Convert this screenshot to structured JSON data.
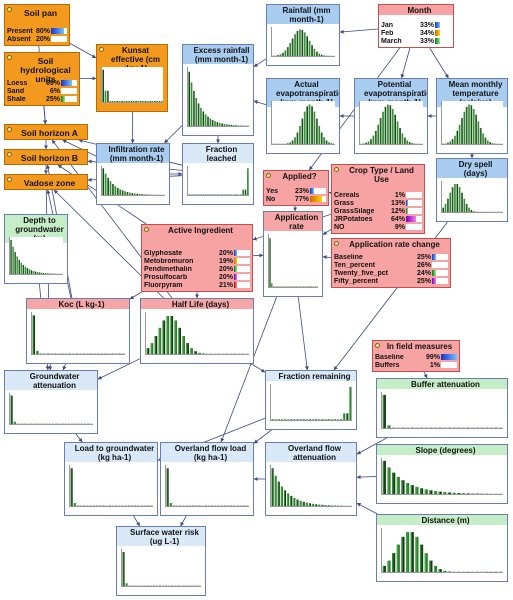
{
  "colors": {
    "edge": "#3a4a86",
    "bar_fill": "#2f7d2f",
    "bar_dark": "#163816",
    "bar_light": "#4fc94f",
    "orange_node": "#f39a1e",
    "pink_node": "#f7a3a3",
    "blue_title": "#a8cdf0",
    "green_title": "#c6eec6",
    "pink_title": "#f6a6a6"
  },
  "nodes": [
    {
      "id": "soil-pan",
      "title": "Soil pan",
      "style": "orange",
      "states": [
        {
          "label": "Present",
          "pct": "80%",
          "value": 80,
          "color": "gradient-blue"
        },
        {
          "label": "Absent",
          "pct": "20%",
          "value": 20,
          "color": "none"
        }
      ]
    },
    {
      "id": "soil-hydrological-units",
      "title": "Soil hydrological units",
      "style": "orange",
      "states": [
        {
          "label": "Loess",
          "pct": "69%",
          "value": 69,
          "color": "gradient-blue"
        },
        {
          "label": "Sand",
          "pct": "6%",
          "value": 6,
          "color": "none"
        },
        {
          "label": "Shale",
          "pct": "25%",
          "value": 25,
          "color": "gradient-green"
        }
      ]
    },
    {
      "id": "soil-horizon-a",
      "title": "Soil horizon A",
      "style": "orange"
    },
    {
      "id": "soil-horizon-b",
      "title": "Soil horizon B",
      "style": "orange"
    },
    {
      "id": "vadose-zone",
      "title": "Vadose zone",
      "style": "orange"
    },
    {
      "id": "kunsat-effective",
      "title": "Kunsat effective (cm day-1)",
      "style": "orange",
      "hist": "peak-left"
    },
    {
      "id": "rainfall",
      "title": "Rainfall (mm month-1)",
      "style": "blue",
      "hist": "bell"
    },
    {
      "id": "month",
      "title": "Month",
      "style": "pinkbody-white",
      "states": [
        {
          "label": "Jan",
          "pct": "33%",
          "value": 33,
          "color": "gradient-blue"
        },
        {
          "label": "Feb",
          "pct": "34%",
          "value": 34,
          "color": "gradient-orange"
        },
        {
          "label": "March",
          "pct": "33%",
          "value": 33,
          "color": "gradient-green"
        }
      ]
    },
    {
      "id": "excess-rainfall",
      "title": "Excess rainfall (mm month-1)",
      "style": "blue",
      "hist": "decay"
    },
    {
      "id": "actual-evapotranspiration",
      "title": "Actual evapotranspiration (mm month-1)",
      "style": "blue",
      "hist": "bell-right"
    },
    {
      "id": "potential-evapotranspiration",
      "title": "Potential evapotranspiration (mm month-1)",
      "style": "blue",
      "hist": "bell"
    },
    {
      "id": "mean-monthly-temperature",
      "title": "Mean monthly temperature (celsius)",
      "style": "blue",
      "hist": "bell"
    },
    {
      "id": "infiltration-rate",
      "title": "Infiltration rate (mm month-1)",
      "style": "blue",
      "hist": "decay"
    },
    {
      "id": "fraction-leached",
      "title": "Fraction leached",
      "style": "lblue",
      "hist": "rise-right"
    },
    {
      "id": "applied",
      "title": "Applied?",
      "style": "pinkbody",
      "states": [
        {
          "label": "Yes",
          "pct": "23%",
          "value": 23,
          "color": "gradient-blue"
        },
        {
          "label": "No",
          "pct": "77%",
          "value": 77,
          "color": "gradient-orange"
        }
      ]
    },
    {
      "id": "crop-type-land-use",
      "title": "Crop Type / Land Use",
      "style": "pinkbody",
      "states": [
        {
          "label": "Cereals",
          "pct": "1%",
          "value": 1,
          "color": "none"
        },
        {
          "label": "Grass",
          "pct": "13%",
          "value": 13,
          "color": "gradient-blue"
        },
        {
          "label": "GrassSilage",
          "pct": "12%",
          "value": 12,
          "color": "gradient-green"
        },
        {
          "label": "JRPotatoes",
          "pct": "64%",
          "value": 64,
          "color": "gradient-purple"
        },
        {
          "label": "NO",
          "pct": "9%",
          "value": 9,
          "color": "none"
        }
      ]
    },
    {
      "id": "dry-spell",
      "title": "Dry spell (days)",
      "style": "blue",
      "hist": "bell-left"
    },
    {
      "id": "depth-to-groundwater",
      "title": "Depth to groundwater (m)",
      "style": "green",
      "hist": "decay"
    },
    {
      "id": "active-ingredient",
      "title": "Active Ingredient",
      "style": "pinkbody",
      "states": [
        {
          "label": "Glyphosate",
          "pct": "20%",
          "value": 20,
          "color": "gradient-blue"
        },
        {
          "label": "Metobromuron",
          "pct": "19%",
          "value": 19,
          "color": "gradient-orange"
        },
        {
          "label": "Pendimethalin",
          "pct": "20%",
          "value": 20,
          "color": "gradient-green"
        },
        {
          "label": "Prosulfocarb",
          "pct": "20%",
          "value": 20,
          "color": "gradient-purple"
        },
        {
          "label": "Fluorpyram",
          "pct": "21%",
          "value": 21,
          "color": "gradient-red"
        }
      ]
    },
    {
      "id": "application-rate",
      "title": "Application rate",
      "style": "pink-title",
      "hist": "spike-left"
    },
    {
      "id": "application-rate-change",
      "title": "Application rate change",
      "style": "pinkbody",
      "states": [
        {
          "label": "Baseline",
          "pct": "25%",
          "value": 25,
          "color": "gradient-blue"
        },
        {
          "label": "Ten_percent",
          "pct": "26%",
          "value": 26,
          "color": "none"
        },
        {
          "label": "Twenty_five_pct",
          "pct": "24%",
          "value": 24,
          "color": "gradient-green"
        },
        {
          "label": "Fifty_percent",
          "pct": "25%",
          "value": 25,
          "color": "gradient-purple"
        }
      ]
    },
    {
      "id": "koc",
      "title": "Koc (L kg-1)",
      "style": "pink-title",
      "hist": "spike-left"
    },
    {
      "id": "half-life",
      "title": "Half Life (days)",
      "style": "pink-title",
      "hist": "bell-left"
    },
    {
      "id": "groundwater-attenuation",
      "title": "Groundwater attenuation",
      "style": "lblue",
      "hist": "spike-left"
    },
    {
      "id": "fraction-remaining",
      "title": "Fraction remaining",
      "style": "lblue",
      "hist": "rise-right"
    },
    {
      "id": "in-field-measures",
      "title": "In field measures",
      "style": "pinkbody",
      "states": [
        {
          "label": "Baseline",
          "pct": "99%",
          "value": 99,
          "color": "gradient-blue"
        },
        {
          "label": "Buffers",
          "pct": "1%",
          "value": 1,
          "color": "none"
        }
      ]
    },
    {
      "id": "buffer-attenuation",
      "title": "Buffer attenuation",
      "style": "green",
      "hist": "spike-left"
    },
    {
      "id": "load-to-groundwater",
      "title": "Load to groundwater (kg ha-1)",
      "style": "lblue",
      "hist": "spike-left"
    },
    {
      "id": "overland-flow-load",
      "title": "Overland flow load (kg ha-1)",
      "style": "lblue",
      "hist": "spike-left"
    },
    {
      "id": "overland-flow-attenuation",
      "title": "Overland flow attenuation",
      "style": "lblue",
      "hist": "decay"
    },
    {
      "id": "slope",
      "title": "Slope (degrees)",
      "style": "green",
      "hist": "decay"
    },
    {
      "id": "distance",
      "title": "Distance (m)",
      "style": "green",
      "hist": "bell-left"
    },
    {
      "id": "surface-water-risk",
      "title": "Surface water risk (ug L-1)",
      "style": "lblue",
      "hist": "spike-left"
    }
  ],
  "edges": [
    [
      "soil-pan",
      "soil-horizon-a"
    ],
    [
      "soil-pan",
      "kunsat-effective"
    ],
    [
      "soil-hydrological-units",
      "kunsat-effective"
    ],
    [
      "soil-hydrological-units",
      "soil-horizon-a"
    ],
    [
      "soil-horizon-a",
      "soil-horizon-b"
    ],
    [
      "soil-horizon-b",
      "vadose-zone"
    ],
    [
      "kunsat-effective",
      "infiltration-rate"
    ],
    [
      "rainfall",
      "excess-rainfall"
    ],
    [
      "month",
      "rainfall"
    ],
    [
      "month",
      "potential-evapotranspiration"
    ],
    [
      "month",
      "mean-monthly-temperature"
    ],
    [
      "month",
      "applied"
    ],
    [
      "potential-evapotranspiration",
      "actual-evapotranspiration"
    ],
    [
      "mean-monthly-temperature",
      "potential-evapotranspiration"
    ],
    [
      "mean-monthly-temperature",
      "dry-spell"
    ],
    [
      "actual-evapotranspiration",
      "excess-rainfall"
    ],
    [
      "excess-rainfall",
      "infiltration-rate"
    ],
    [
      "excess-rainfall",
      "fraction-leached"
    ],
    [
      "infiltration-rate",
      "fraction-leached"
    ],
    [
      "infiltration-rate",
      "soil-horizon-a"
    ],
    [
      "fraction-leached",
      "soil-horizon-a"
    ],
    [
      "fraction-leached",
      "soil-horizon-b"
    ],
    [
      "fraction-leached",
      "vadose-zone"
    ],
    [
      "crop-type-land-use",
      "applied"
    ],
    [
      "crop-type-land-use",
      "active-ingredient"
    ],
    [
      "crop-type-land-use",
      "application-rate"
    ],
    [
      "applied",
      "application-rate"
    ],
    [
      "application-rate-change",
      "application-rate"
    ],
    [
      "active-ingredient",
      "koc"
    ],
    [
      "active-ingredient",
      "half-life"
    ],
    [
      "active-ingredient",
      "application-rate"
    ],
    [
      "active-ingredient",
      "soil-horizon-b"
    ],
    [
      "dry-spell",
      "fraction-remaining"
    ],
    [
      "koc",
      "soil-horizon-b"
    ],
    [
      "koc",
      "vadose-zone"
    ],
    [
      "koc",
      "groundwater-attenuation"
    ],
    [
      "half-life",
      "soil-horizon-a"
    ],
    [
      "half-life",
      "vadose-zone"
    ],
    [
      "half-life",
      "groundwater-attenuation"
    ],
    [
      "half-life",
      "fraction-remaining"
    ],
    [
      "depth-to-groundwater",
      "groundwater-attenuation"
    ],
    [
      "vadose-zone",
      "groundwater-attenuation"
    ],
    [
      "application-rate",
      "overland-flow-load"
    ],
    [
      "application-rate",
      "fraction-remaining"
    ],
    [
      "groundwater-attenuation",
      "load-to-groundwater"
    ],
    [
      "fraction-remaining",
      "load-to-groundwater"
    ],
    [
      "fraction-remaining",
      "overland-flow-load"
    ],
    [
      "in-field-measures",
      "buffer-attenuation"
    ],
    [
      "buffer-attenuation",
      "overland-flow-attenuation"
    ],
    [
      "slope",
      "overland-flow-attenuation"
    ],
    [
      "distance",
      "overland-flow-attenuation"
    ],
    [
      "overland-flow-attenuation",
      "overland-flow-load"
    ],
    [
      "overland-flow-load",
      "surface-water-risk"
    ],
    [
      "load-to-groundwater",
      "surface-water-risk"
    ]
  ]
}
